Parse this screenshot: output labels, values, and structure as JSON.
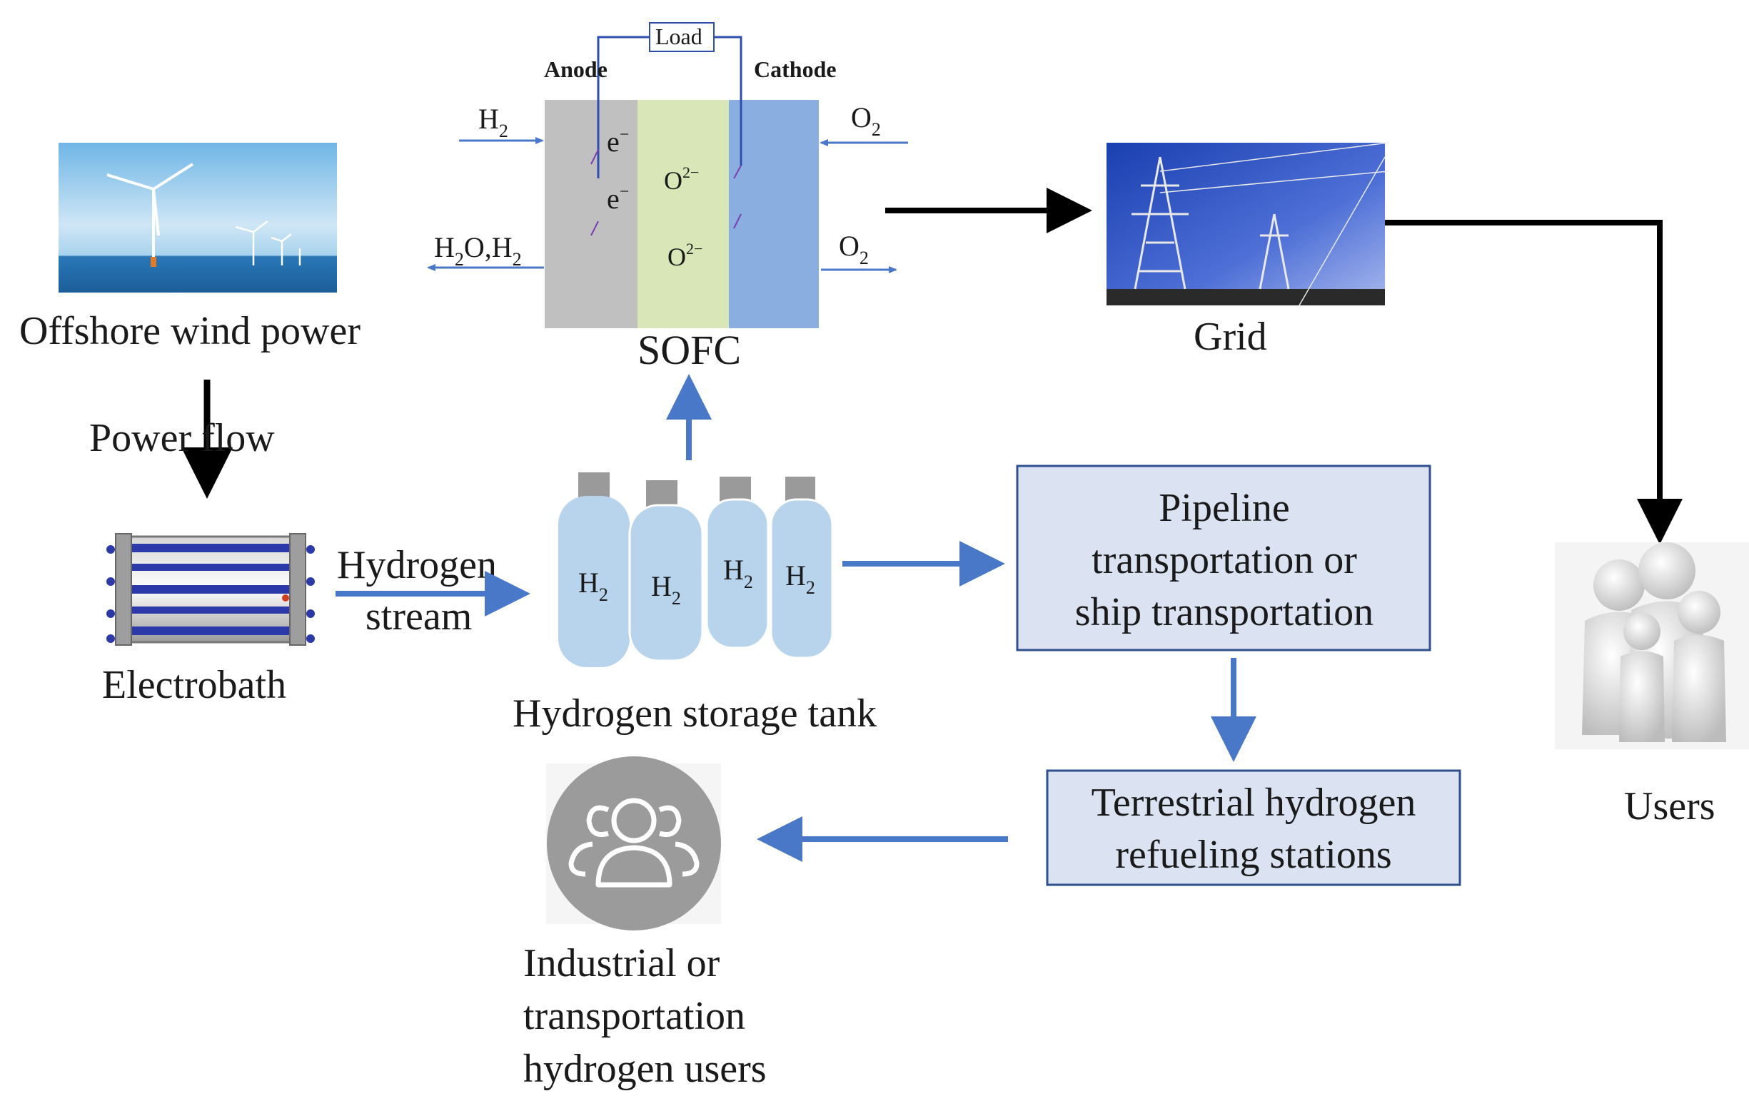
{
  "labels": {
    "offshore_wind": "Offshore wind power",
    "power_flow": "Power flow",
    "electrobath": "Electrobath",
    "hydrogen_stream_line1": "Hydrogen",
    "hydrogen_stream_line2": "stream",
    "storage_tank": "Hydrogen storage tank",
    "sofc": "SOFC",
    "grid": "Grid",
    "users": "Users",
    "industrial_line1": "Industrial or",
    "industrial_line2": "transportation",
    "industrial_line3": "hydrogen users"
  },
  "sofc": {
    "load": "Load",
    "anode": "Anode",
    "cathode": "Cathode",
    "h2_in": "H",
    "h2_in_sub": "2",
    "h2o_out_a": "H",
    "h2o_out_a_sub": "2",
    "h2o_out_b": "O,H",
    "h2o_out_b_sub": "2",
    "o2_in": "O",
    "o2_in_sub": "2",
    "o2_out": "O",
    "o2_out_sub": "2",
    "electron": "e",
    "electron_sup": "−",
    "oxide_ion": "O",
    "oxide_ion_sup": "2−"
  },
  "tanks": [
    {
      "label": "H",
      "sub": "2"
    },
    {
      "label": "H",
      "sub": "2"
    },
    {
      "label": "H",
      "sub": "2"
    },
    {
      "label": "H",
      "sub": "2"
    }
  ],
  "boxes": {
    "pipeline_line1": "Pipeline",
    "pipeline_line2": "transportation or",
    "pipeline_line3": "ship transportation",
    "refuel_line1": "Terrestrial hydrogen",
    "refuel_line2": "refueling stations"
  },
  "colors": {
    "blue_arrow": "#4a78c8",
    "black_arrow": "#000000",
    "box_fill": "#dbe3f2",
    "box_stroke": "#2f4f8f",
    "anode": "#c0c0c0",
    "electrolyte": "#d8e6b8",
    "cathode": "#8aaee0",
    "tank": "#b8d4ec",
    "tank_cap": "#9a9a9a"
  },
  "icons": {
    "wind": "offshore-wind-turbine-icon",
    "electrobath": "electrolyzer-icon",
    "grid": "power-pylon-icon",
    "users": "family-figures-icon",
    "industrial_users": "people-group-icon"
  }
}
